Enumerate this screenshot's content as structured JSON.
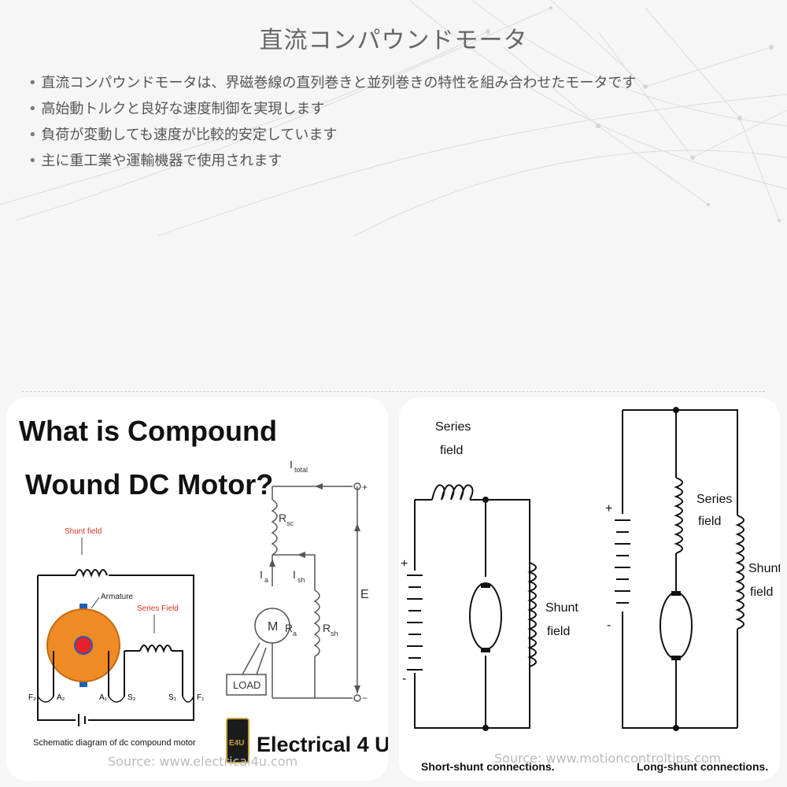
{
  "slide": {
    "title": "直流コンパウンドモータ",
    "bullets": [
      "直流コンパウンドモータは、界磁巻線の直列巻きと並列巻きの特性を組み合わせたモータです",
      "高始動トルクと良好な速度制御を実現します",
      "負荷が変動しても速度が比較的安定しています",
      "主に重工業や運輸機器で使用されます"
    ]
  },
  "left_image": {
    "heading_line1": "What is Compound",
    "heading_line2": "Wound DC Motor?",
    "shunt_field_label": "Shunt field",
    "armature_label": "Armature",
    "series_field_label": "Series Field",
    "terminal_labels": [
      "F₂",
      "A₂",
      "A₁",
      "S₂",
      "S₁",
      "F₁"
    ],
    "caption": "Schematic diagram of dc compound motor",
    "circuit_labels": {
      "i_total": "I",
      "i_total_sub": "total",
      "r_sc": "R",
      "r_sc_sub": "sc",
      "i_a": "I",
      "i_a_sub": "a",
      "i_sh": "I",
      "i_sh_sub": "sh",
      "motor": "M",
      "r_a": "R",
      "r_a_sub": "a",
      "r_sh": "R",
      "r_sh_sub": "sh",
      "e": "E",
      "plus": "+",
      "minus": "−",
      "load": "LOAD"
    },
    "brand_logo_text": "E4U",
    "brand_name": "Electrical 4 U",
    "source": "Source: www.electrical4u.com"
  },
  "right_image": {
    "short_series_field_l1": "Series",
    "short_series_field_l2": "field",
    "short_shunt_field_l1": "Shunt",
    "short_shunt_field_l2": "field",
    "long_series_field_l1": "Series",
    "long_series_field_l2": "field",
    "long_shunt_field_l1": "Shunt",
    "long_shunt_field_l2": "field",
    "plus": "+",
    "minus": "-",
    "short_caption": "Short-shunt connections.",
    "long_caption": "Long-shunt connections.",
    "source": "Source: www.motioncontroltips.com"
  },
  "colors": {
    "title": "#666666",
    "bullet_text": "#555555",
    "armature_orange": "#f08a24",
    "armature_red": "#e8202a",
    "label_red": "#d9331e",
    "brand_gold": "#c9a23a"
  }
}
